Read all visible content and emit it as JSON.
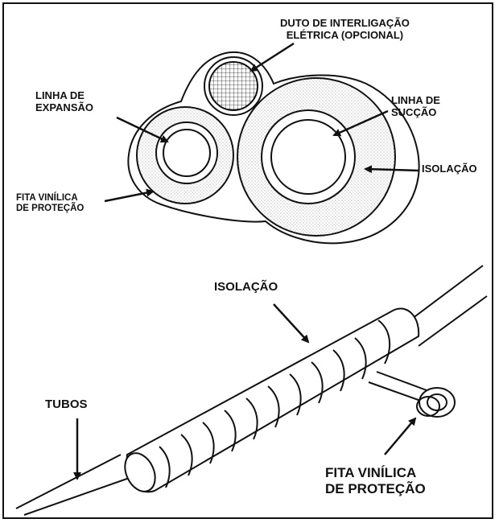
{
  "cross_section": {
    "duto_line1": "DUTO DE INTERLIGAÇÃO",
    "duto_line2": "ELÉTRICA (OPCIONAL)",
    "expansao_line1": "LINHA DE",
    "expansao_line2": "EXPANSÃO",
    "succao_line1": "LINHA DE",
    "succao_line2": "SUCÇÃO",
    "isolacao": "ISOLAÇÃO",
    "fita_line1": "FITA VINÍLICA",
    "fita_line2": "DE PROTEÇÃO"
  },
  "pipe_view": {
    "isolacao": "ISOLAÇÃO",
    "tubos": "TUBOS",
    "fita_line1": "FITA VINÍLICA",
    "fita_line2": "DE PROTEÇÃO"
  },
  "colors": {
    "ink": "#111111",
    "background": "#ffffff"
  }
}
